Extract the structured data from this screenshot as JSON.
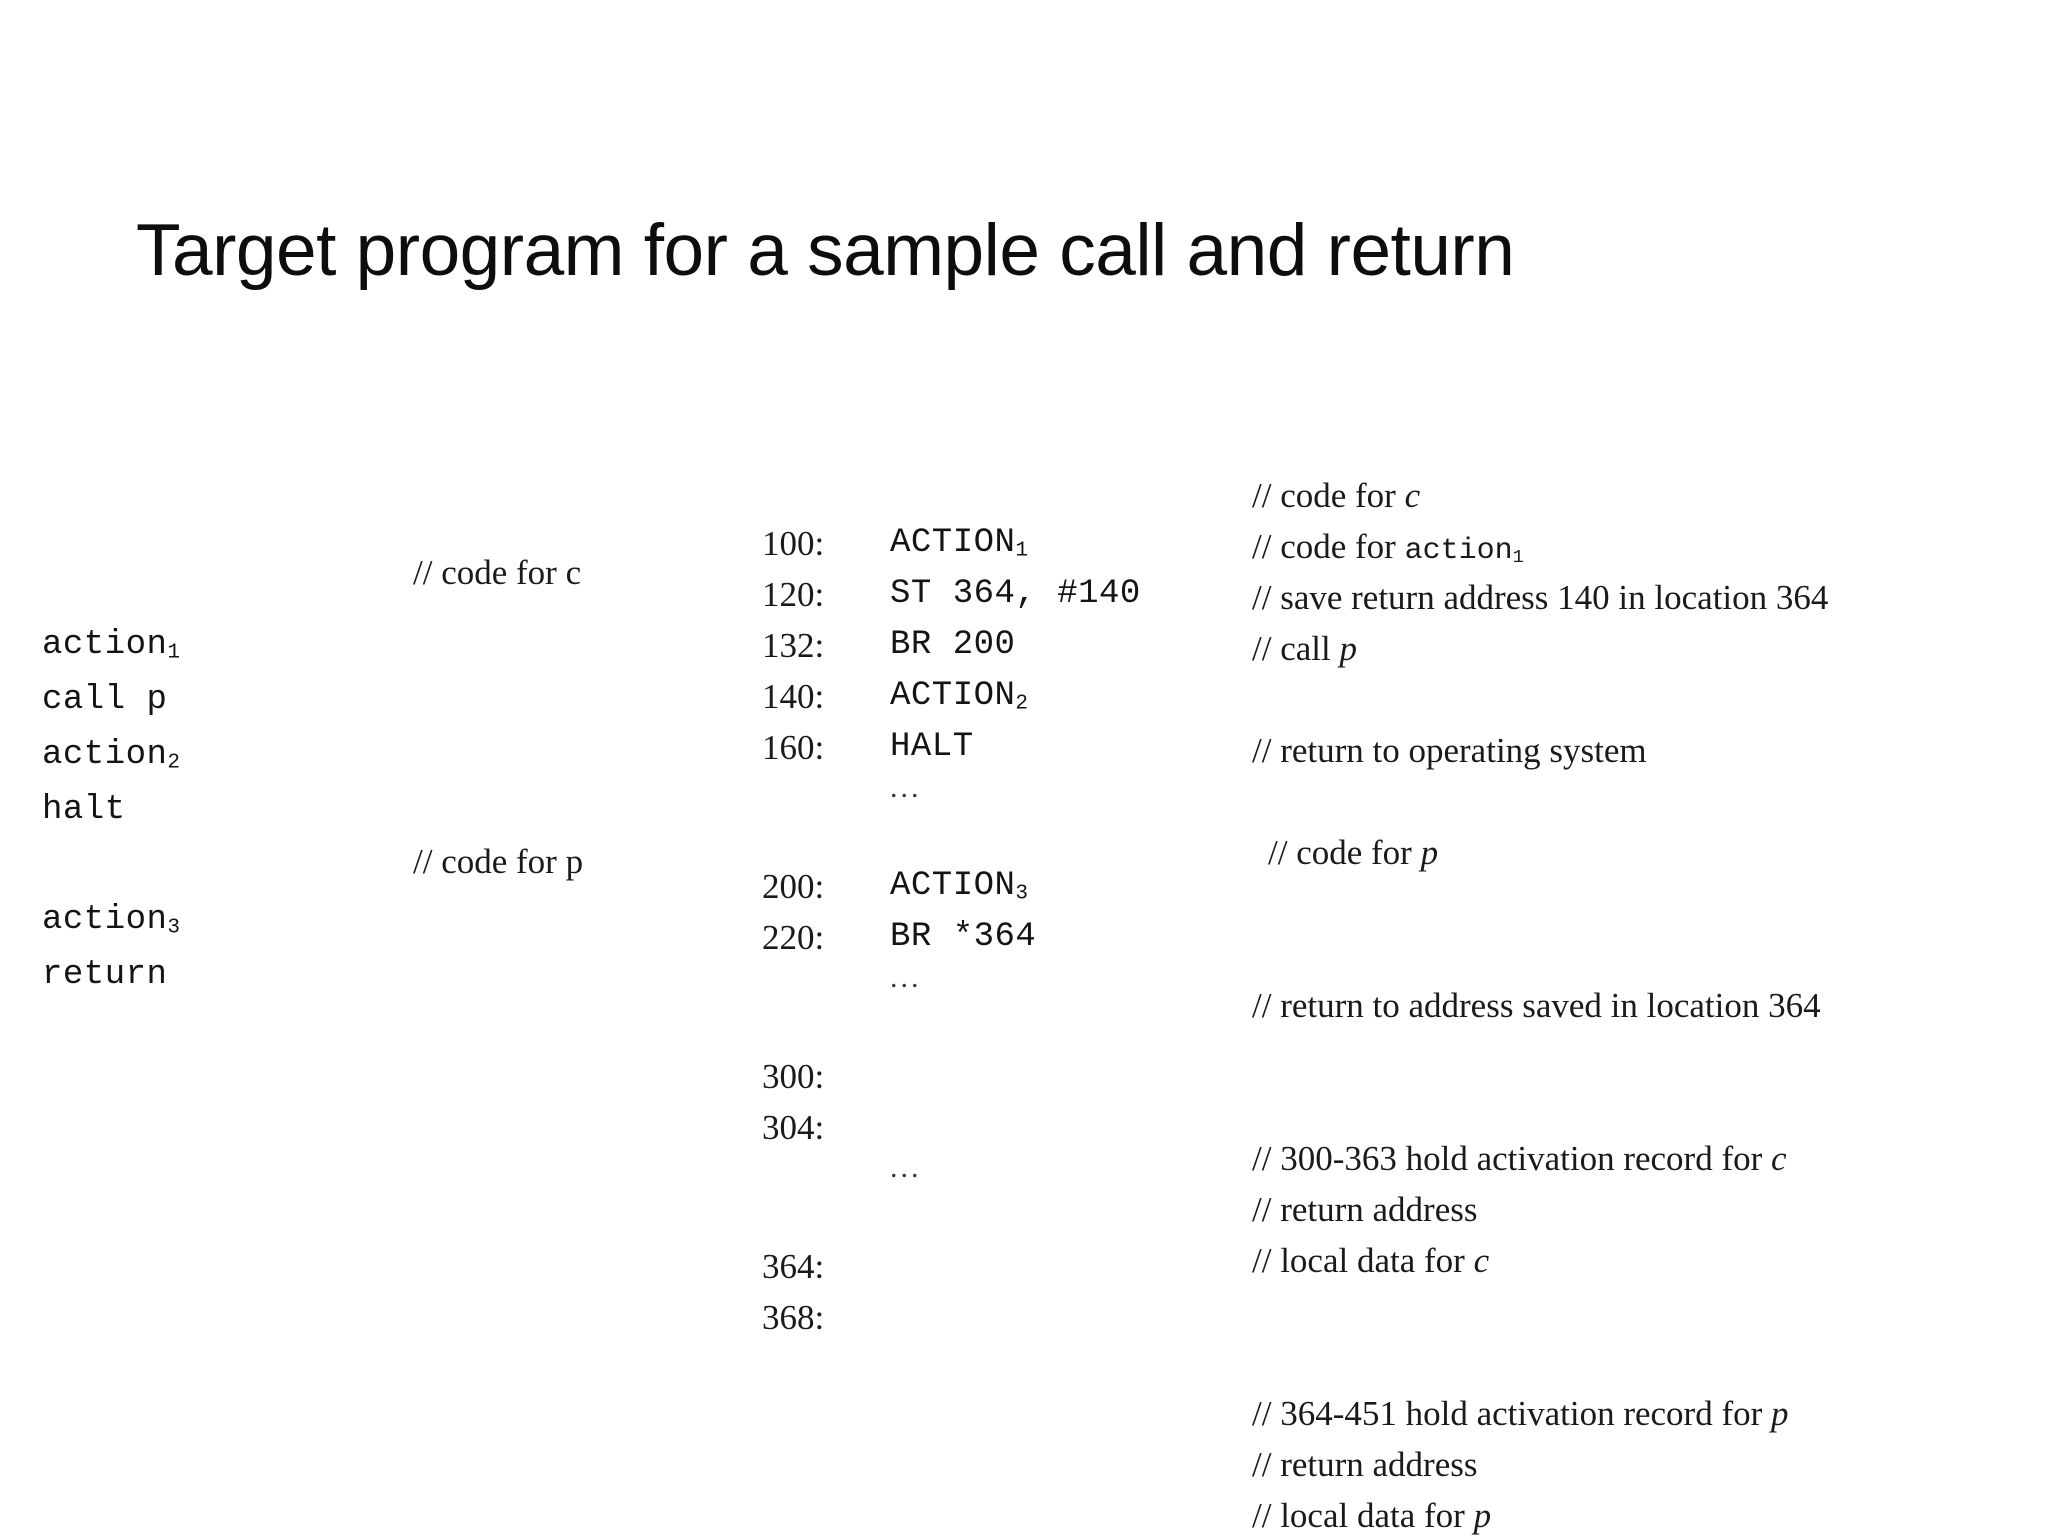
{
  "slide": {
    "title": "Target program for a sample call and return",
    "background_color": "#ffffff",
    "text_color": "#0d0d0d"
  },
  "source_code": {
    "caption_c": "// code for c",
    "caption_p": "// code for p",
    "lines": [
      {
        "text": "action",
        "sub": "1"
      },
      {
        "text": "call p",
        "sub": ""
      },
      {
        "text": "action",
        "sub": "2"
      },
      {
        "text": "halt",
        "sub": ""
      },
      {
        "text": "",
        "sub": ""
      },
      {
        "text": "action",
        "sub": "3"
      },
      {
        "text": "return",
        "sub": ""
      }
    ]
  },
  "listing": {
    "ellipsis": "...",
    "rows": [
      {
        "addr": "100:",
        "instr": "ACTION",
        "sub": "1"
      },
      {
        "addr": "120:",
        "instr": "ST 364, #140",
        "sub": ""
      },
      {
        "addr": "132:",
        "instr": "BR 200",
        "sub": ""
      },
      {
        "addr": "140:",
        "instr": "ACTION",
        "sub": "2"
      },
      {
        "addr": "160:",
        "instr": "HALT",
        "sub": ""
      }
    ],
    "rows_p": [
      {
        "addr": "200:",
        "instr": "ACTION",
        "sub": "3"
      },
      {
        "addr": "220:",
        "instr": "BR *364",
        "sub": ""
      }
    ],
    "rows_data_c": [
      {
        "addr": "300:",
        "instr": "",
        "sub": ""
      },
      {
        "addr": "304:",
        "instr": "",
        "sub": ""
      }
    ],
    "rows_data_p": [
      {
        "addr": "364:",
        "instr": "",
        "sub": ""
      },
      {
        "addr": "368:",
        "instr": "",
        "sub": ""
      }
    ]
  },
  "comments": {
    "code_for_c": "// code for ",
    "code_for_c_var": "c",
    "code_for_action1_pre": "// code for ",
    "code_for_action1_mono": "action",
    "code_for_action1_sub": "1",
    "save_return": "// save return address 140 in location 364",
    "call_p_pre": "// call ",
    "call_p_var": "p",
    "return_os": "// return to operating system",
    "code_for_p": "// code for ",
    "code_for_p_var": "p",
    "return_saved": "// return to address saved in location 364",
    "hold_ar_c_pre": "// 300-363 hold activation record for ",
    "hold_ar_c_var": "c",
    "return_address_c": "// return address",
    "local_data_c_pre": "// local data for ",
    "local_data_c_var": "c",
    "hold_ar_p_pre": "// 364-451 hold activation record for ",
    "hold_ar_p_var": "p",
    "return_address_p": "// return address",
    "local_data_p_pre": "// local data for ",
    "local_data_p_var": "p"
  }
}
